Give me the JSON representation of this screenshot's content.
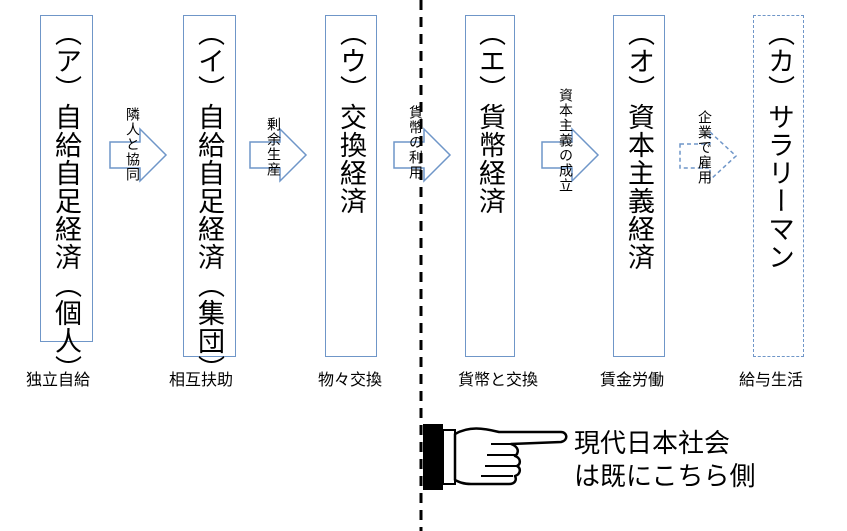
{
  "stages": [
    {
      "label": "（ア）自給自足経済（個人）",
      "bottom": "独立自給"
    },
    {
      "label": "（イ）自給自足経済（集団）",
      "bottom": "相互扶助"
    },
    {
      "label": "（ウ）交換経済",
      "bottom": "物々交換"
    },
    {
      "label": "（エ）貨幣経済",
      "bottom": "貨幣と交換"
    },
    {
      "label": "（オ）資本主義経済",
      "bottom": "賃金労働"
    },
    {
      "label": "（カ）サラリーマン",
      "bottom": "給与生活"
    }
  ],
  "transitions": [
    {
      "label": "隣人と協同"
    },
    {
      "label": "剰余生産"
    },
    {
      "label": "貨幣の利用"
    },
    {
      "label": "資本主義の成立"
    },
    {
      "label": "企業で雇用"
    }
  ],
  "note": {
    "line1": "現代日本社会",
    "line2": "は既にこちら側"
  },
  "colors": {
    "box_border": "#6f96c8",
    "arrow_border": "#6f96c8",
    "text": "#000000"
  },
  "icons": {
    "pointer": "pointing-hand-icon"
  }
}
